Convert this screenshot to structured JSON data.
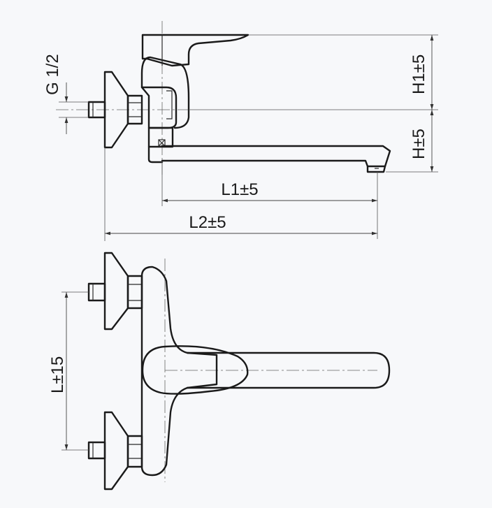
{
  "dimensions": {
    "thread": "G 1/2",
    "h1": "H1±5",
    "h": "H±5",
    "l1": "L1±5",
    "l2": "L2±5",
    "l": "L±15"
  },
  "colors": {
    "stroke": "#1a1a1a",
    "background": "#f7f8fa"
  }
}
